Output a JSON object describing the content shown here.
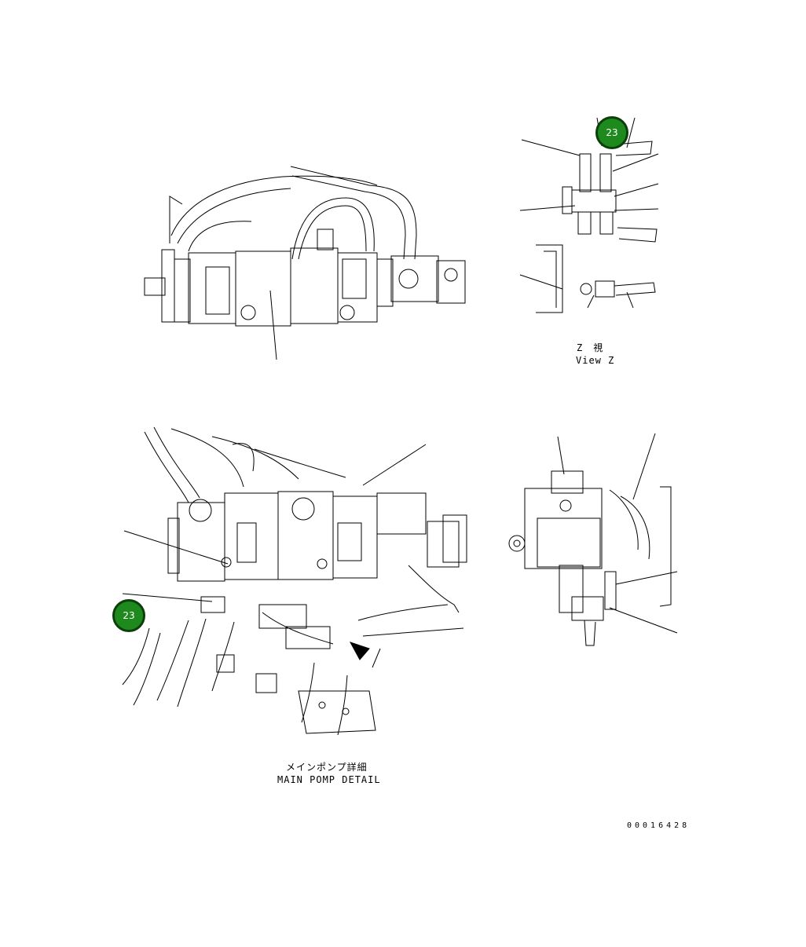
{
  "labels": {
    "view_z_jp": "Z　視",
    "view_z_en": "View Z",
    "main_pump_detail_jp": "メインポンプ詳細",
    "main_pump_detail_en": "MAIN POMP DETAIL",
    "drawing_number": "00016428"
  },
  "callouts": {
    "top_right": "23",
    "bottom_left": "23"
  },
  "colors": {
    "callout_fill": "#1e8a1e",
    "callout_border": "#0c3f0c",
    "line": "#000000"
  }
}
